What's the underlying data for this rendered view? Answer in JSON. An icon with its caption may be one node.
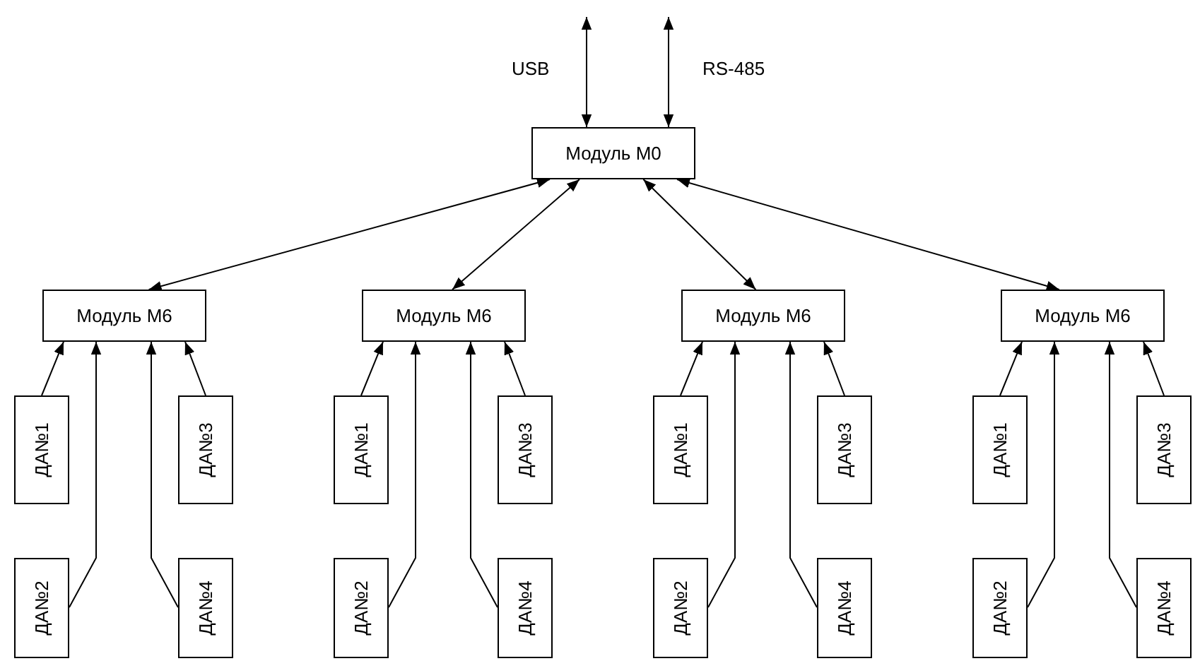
{
  "diagram": {
    "nodes": [
      {
        "text": [
          "Модуль М0"
        ]
      },
      {
        "text": [
          "Модуль М6"
        ]
      },
      {
        "text": [
          "ДА№1"
        ]
      },
      {
        "text": [
          "ДА№3"
        ]
      },
      {
        "text": [
          "ДА№2"
        ]
      },
      {
        "text": [
          "ДА№4"
        ]
      },
      {
        "text": [
          "Модуль М6"
        ]
      },
      {
        "text": [
          "ДА№1"
        ]
      },
      {
        "text": [
          "ДА№3"
        ]
      },
      {
        "text": [
          "ДА№2"
        ]
      },
      {
        "text": [
          "ДА№4"
        ]
      },
      {
        "text": [
          "Модуль М6"
        ]
      },
      {
        "text": [
          "ДА№1"
        ]
      },
      {
        "text": [
          "ДА№3"
        ]
      },
      {
        "text": [
          "ДА№2"
        ]
      },
      {
        "text": [
          "ДА№4"
        ]
      },
      {
        "text": [
          "Модуль М6"
        ]
      },
      {
        "text": [
          "ДА№1"
        ]
      },
      {
        "text": [
          "ДА№3"
        ]
      },
      {
        "text": [
          "ДА№2"
        ]
      },
      {
        "text": [
          "ДА№4"
        ]
      }
    ],
    "edges": [
      {
        "from": null,
        "to": 0,
        "arrow": "both",
        "label": "USB"
      },
      {
        "from": null,
        "to": 0,
        "arrow": "both",
        "label": "RS-485"
      },
      {
        "from": 1,
        "to": 0,
        "arrow": "both"
      },
      {
        "from": 2,
        "to": 1,
        "arrow": "to"
      },
      {
        "from": 4,
        "to": 1,
        "arrow": "to"
      },
      {
        "from": 3,
        "to": 1,
        "arrow": "to"
      },
      {
        "from": 5,
        "to": 1,
        "arrow": "to"
      },
      {
        "from": 6,
        "to": 0,
        "arrow": "both"
      },
      {
        "from": 7,
        "to": 6,
        "arrow": "to"
      },
      {
        "from": 9,
        "to": 6,
        "arrow": "to"
      },
      {
        "from": 8,
        "to": 6,
        "arrow": "to"
      },
      {
        "from": 10,
        "to": 6,
        "arrow": "to"
      },
      {
        "from": 11,
        "to": 0,
        "arrow": "both"
      },
      {
        "from": 12,
        "to": 11,
        "arrow": "to"
      },
      {
        "from": 14,
        "to": 11,
        "arrow": "to"
      },
      {
        "from": 13,
        "to": 11,
        "arrow": "to"
      },
      {
        "from": 15,
        "to": 11,
        "arrow": "to"
      },
      {
        "from": 16,
        "to": 0,
        "arrow": "both"
      },
      {
        "from": 17,
        "to": 16,
        "arrow": "to"
      },
      {
        "from": 19,
        "to": 16,
        "arrow": "to"
      },
      {
        "from": 18,
        "to": 16,
        "arrow": "to"
      },
      {
        "from": 20,
        "to": 16,
        "arrow": "to"
      }
    ]
  }
}
